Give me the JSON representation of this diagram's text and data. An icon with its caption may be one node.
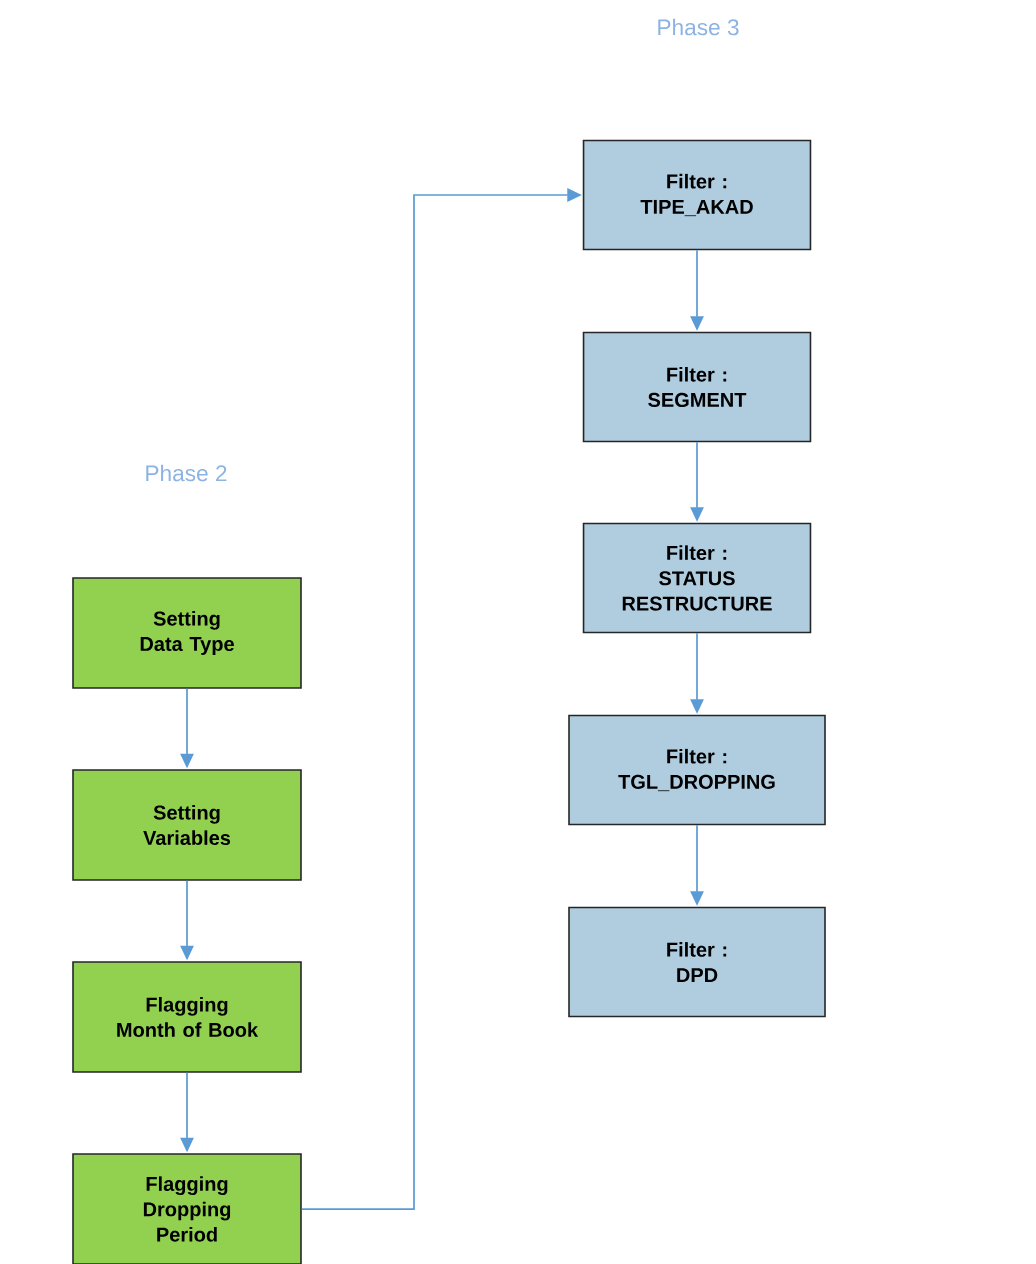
{
  "diagram": {
    "nodes": [
      {
        "text": [
          "Setting Data Type"
        ]
      },
      {
        "text": [
          "Setting Variables"
        ]
      },
      {
        "text": [
          "Flagging Month of Book"
        ]
      },
      {
        "text": [
          "Flagging Dropping Period"
        ]
      },
      {
        "text": [
          "Filter :",
          "TIPE_AKAD"
        ]
      },
      {
        "text": [
          "Filter :",
          "SEGMENT"
        ]
      },
      {
        "text": [
          "Filter :",
          "STATUS RESTRUCTURE"
        ]
      },
      {
        "text": [
          "Filter :",
          "TGL_DROPPING"
        ]
      },
      {
        "text": [
          "Filter :",
          "DPD"
        ]
      }
    ],
    "edges": [
      {
        "from": 0,
        "to": 1,
        "arrow": "to"
      },
      {
        "from": 1,
        "to": 2,
        "arrow": "to"
      },
      {
        "from": 2,
        "to": 3,
        "arrow": "to"
      },
      {
        "from": 3,
        "to": 4,
        "arrow": "to"
      },
      {
        "from": 4,
        "to": 5,
        "arrow": "to"
      },
      {
        "from": 5,
        "to": 6,
        "arrow": "to"
      },
      {
        "from": 6,
        "to": 7,
        "arrow": "to"
      },
      {
        "from": 7,
        "to": 8,
        "arrow": "to"
      }
    ],
    "labels": [
      "Phase 3",
      "Phase 2"
    ]
  }
}
